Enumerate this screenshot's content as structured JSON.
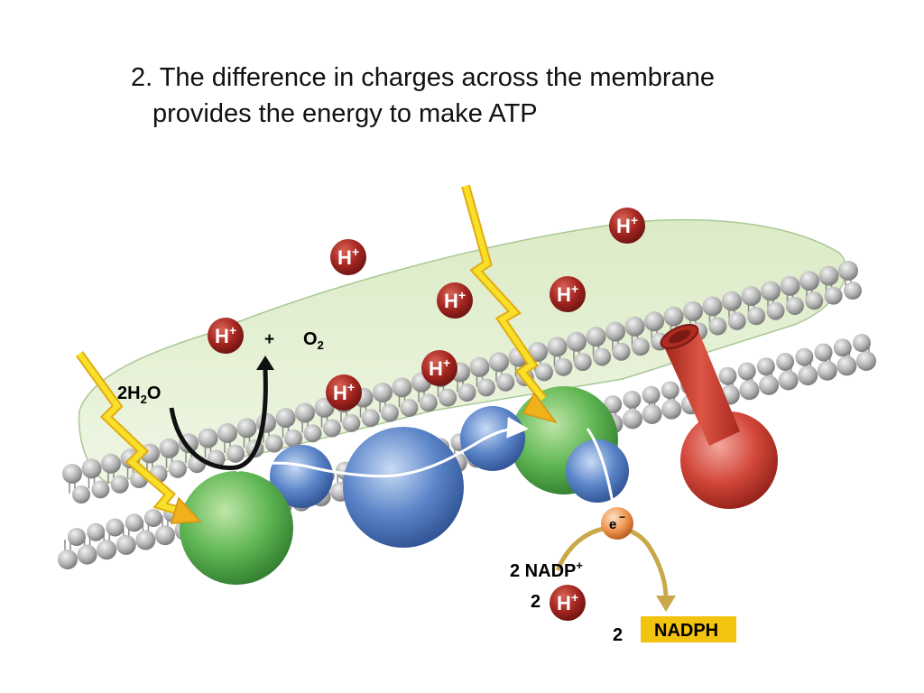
{
  "title": {
    "line1": "2. The difference in charges across the membrane",
    "line2": "provides the energy to make ATP"
  },
  "labels": {
    "water": "2H",
    "water_sub": "2",
    "water_tail": "O",
    "plus": "+",
    "oxygen": "O",
    "oxygen_sub": "2",
    "nadp": "2 NADP",
    "nadp_sup": "+",
    "h_coef": "2",
    "nadph_coef": "2",
    "nadph": "NADPH",
    "electron": "e",
    "electron_sup": "−"
  },
  "proton": {
    "symbol": "H",
    "charge": "+"
  },
  "colors": {
    "proton": "#a3241f",
    "photon": "#f5d31d",
    "photosystem": "#4faa4a",
    "carrier": "#4f78c0",
    "atp_synthase": "#cc3a2e",
    "stroma": "#e1efcf",
    "nadph_box": "#f2c30f",
    "arrow": "#c9a84a"
  }
}
